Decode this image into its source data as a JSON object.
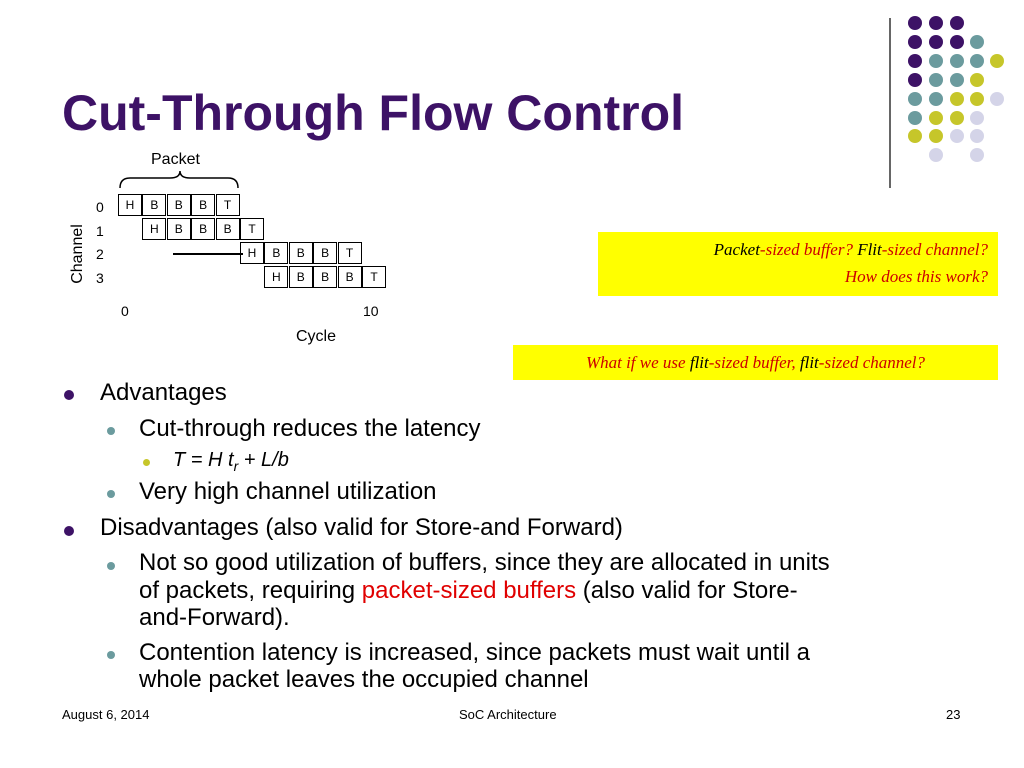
{
  "slide": {
    "title": "Cut-Through Flow Control",
    "diagram": {
      "packet_label": "Packet",
      "channel_label": "Channel",
      "cycle_label": "Cycle",
      "channel_ticks": [
        "0",
        "1",
        "2",
        "3"
      ],
      "cycle_ticks": [
        "0",
        "10"
      ],
      "rows": [
        [
          "H",
          "B",
          "B",
          "B",
          "T"
        ],
        [
          "H",
          "B",
          "B",
          "B",
          "T"
        ],
        [
          "H",
          "B",
          "B",
          "B",
          "T"
        ],
        [
          "H",
          "B",
          "B",
          "B",
          "T"
        ]
      ],
      "row_start_cycles": [
        0,
        1,
        5,
        6
      ]
    },
    "callout1": {
      "line1_a": "Packet",
      "line1_b": "-sized buffer? ",
      "line1_c": "Flit",
      "line1_d": "-sized channel?",
      "line2": "How does this work?"
    },
    "callout2": {
      "a": "What if we use ",
      "b": "flit",
      "c": "-sized buffer, ",
      "d": "flit",
      "e": "-sized channel?"
    },
    "bullets": {
      "advantages": "Advantages",
      "latency": "Cut-through reduces the latency",
      "formula": {
        "a": "T = H t",
        "sub": "r",
        "b": " + L/b"
      },
      "utilization": "Very high channel utilization",
      "disadvantages": "Disadvantages (also valid for Store-and Forward)",
      "buffers": {
        "line1": "Not so good utilization of buffers, since they are allocated in units",
        "line2_a": "of packets, requiring ",
        "line2_red": "packet-sized buffers",
        "line2_b": " (also valid for Store-",
        "line3": "and-Forward)."
      },
      "contention": {
        "line1": "Contention latency is increased, since packets must wait until a",
        "line2": "whole packet leaves the occupied channel"
      }
    },
    "footer": {
      "date": "August 6, 2014",
      "center": "SoC Architecture",
      "page": "23"
    }
  },
  "colors": {
    "title": "#3d1266",
    "purple": "#3d1266",
    "teal": "#6b9b9e",
    "olive": "#c6c62a",
    "lavender": "#d4d4e8",
    "callout_bg": "#ffff00",
    "callout_text": "#cc0000",
    "highlight_red": "#e00000"
  }
}
